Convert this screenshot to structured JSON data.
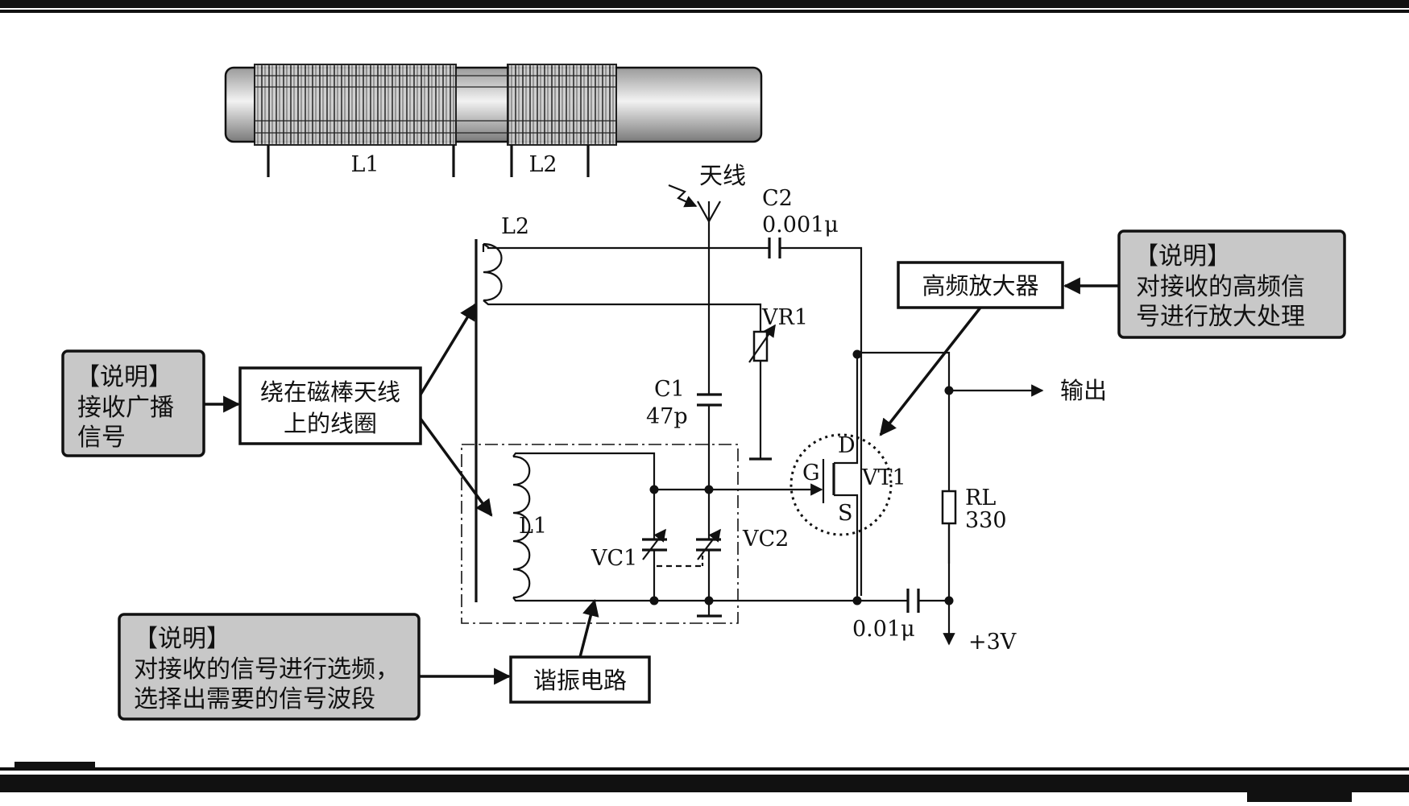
{
  "colors": {
    "ink": "#111111",
    "note_bg": "#c8c8c8",
    "rod_light": "#e8e8e8",
    "rod_dark": "#8a8a8a"
  },
  "rod": {
    "l1_label": "L1",
    "l2_label": "L2"
  },
  "antenna": {
    "label": "天线"
  },
  "components": {
    "c2_name": "C2",
    "c2_value": "0.001μ",
    "l2_name": "L2",
    "vr1_name": "VR1",
    "c1_name": "C1",
    "c1_value": "47p",
    "l1_name": "L1",
    "vc1_name": "VC1",
    "vc2_name": "VC2",
    "vt1_name": "VT1",
    "gate": "G",
    "drain": "D",
    "source": "S",
    "rl_name": "RL",
    "rl_value": "330",
    "c3_value": "0.01μ",
    "supply": "+3V",
    "output": "输出"
  },
  "boxes": {
    "coil": [
      "绕在磁棒天线",
      "上的线圈"
    ],
    "amp": "高频放大器",
    "tank": "谐振电路"
  },
  "notes": {
    "left": {
      "title": "【说明】",
      "lines": [
        "接收广播",
        "信号"
      ]
    },
    "right": {
      "title": "【说明】",
      "lines": [
        "对接收的高频信",
        "号进行放大处理"
      ]
    },
    "bottom": {
      "title": "【说明】",
      "lines": [
        "对接收的信号进行选频，",
        "选择出需要的信号波段"
      ]
    }
  }
}
